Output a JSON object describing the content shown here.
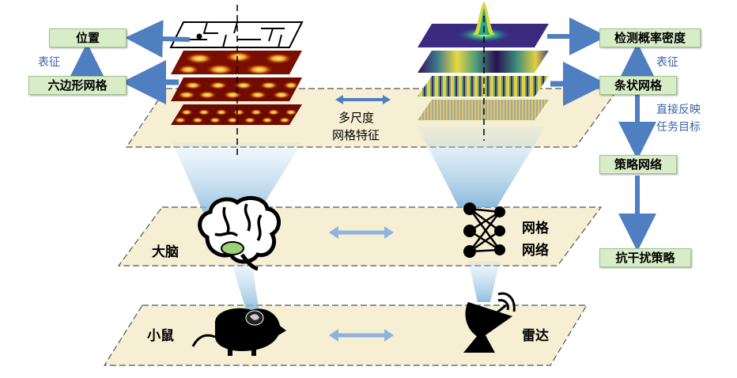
{
  "left_labels": {
    "position": "位置",
    "represent": "表征",
    "hex_grid": "六边形网格"
  },
  "right_labels": {
    "detection_density": "检测概率密度",
    "represent": "表征",
    "stripe_grid": "条状网格",
    "direct_reflect": "直接反映",
    "task_goal": "任务目标",
    "policy_network": "策略网络",
    "anti_jamming_policy": "抗干扰策略"
  },
  "center_labels": {
    "multiscale_line1": "多尺度",
    "multiscale_line2": "网格特征"
  },
  "planes": {
    "brain": "大脑",
    "grid_net_line1": "网格",
    "grid_net_line2": "网络",
    "mouse": "小鼠",
    "radar": "雷达"
  },
  "colors": {
    "plane_fill": "#f6efd3",
    "label_box": "#d8ecc8",
    "arrow_blue": "#4f7fc0",
    "text_blue": "#3a64a8"
  }
}
